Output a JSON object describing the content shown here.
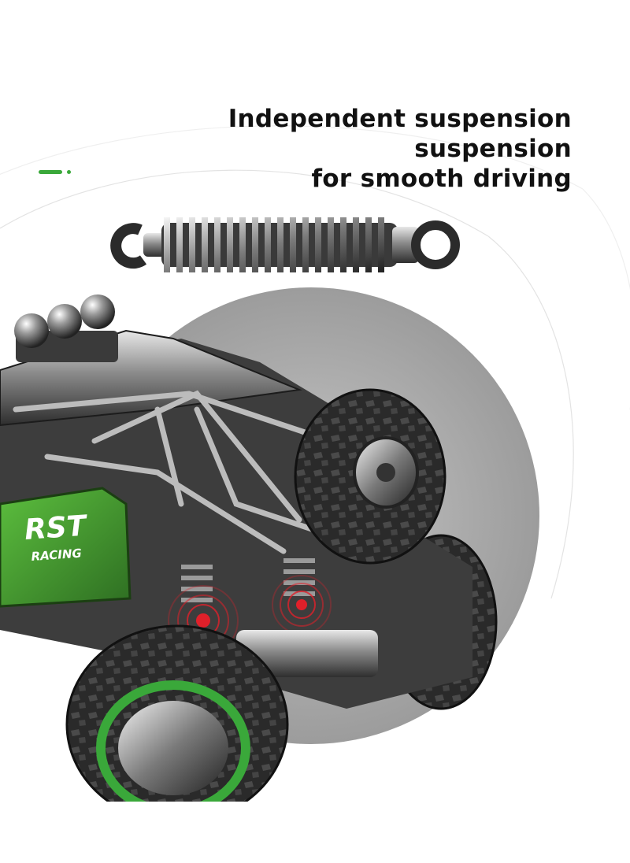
{
  "headline": {
    "line1": "Independent suspension suspension",
    "line2": "for smooth driving"
  },
  "decal": {
    "brand": "RST",
    "sub": "RACING"
  },
  "colors": {
    "accent_green": "#3aa83a",
    "decal_green": "#3f8f2e",
    "hotspot_red": "#e0202a",
    "backdrop_gray": "#a9a9a9",
    "text": "#111111"
  },
  "icons": {
    "accent": "green-dash-dot",
    "hotspots": "red-target-rings"
  }
}
